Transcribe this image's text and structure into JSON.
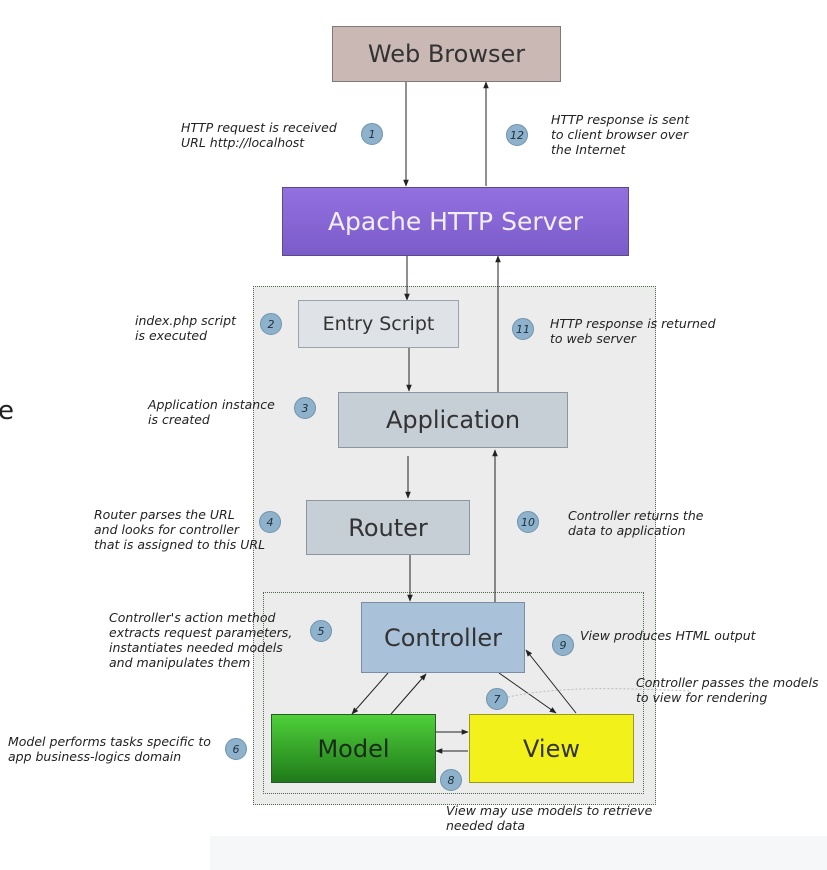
{
  "boxes": {
    "web_browser": "Web Browser",
    "apache": "Apache HTTP Server",
    "entry_script": "Entry Script",
    "application": "Application",
    "router": "Router",
    "controller": "Controller",
    "model": "Model",
    "view": "View"
  },
  "side_text": "e",
  "steps": [
    {
      "num": "1",
      "text": "HTTP request is received\nURL http://localhost"
    },
    {
      "num": "2",
      "text": "index.php script\nis executed"
    },
    {
      "num": "3",
      "text": "Application instance\nis created"
    },
    {
      "num": "4",
      "text": "Router parses the URL\nand looks for controller\nthat is assigned to this URL"
    },
    {
      "num": "5",
      "text": "Controller's action method\nextracts request parameters,\ninstantiates needed models\nand manipulates them"
    },
    {
      "num": "6",
      "text": "Model performs tasks specific to\napp business-logics domain"
    },
    {
      "num": "7",
      "text": "Controller passes the models\nto view for rendering"
    },
    {
      "num": "8",
      "text": "View may use models to retrieve\nneeded data"
    },
    {
      "num": "9",
      "text": "View produces HTML output"
    },
    {
      "num": "10",
      "text": "Controller returns the\ndata to application"
    },
    {
      "num": "11",
      "text": "HTTP response is returned\nto web server"
    },
    {
      "num": "12",
      "text": "HTTP response is sent\nto client browser over\nthe Internet"
    }
  ],
  "colors": {
    "web_browser": "#c9b8b4",
    "apache_top": "#9370e0",
    "apache_bottom": "#7b5cc9",
    "app_region": "#ececec",
    "gray_box": "#c6ced6",
    "controller": "#a9c1d9",
    "model_top": "#4fd03a",
    "model_bottom": "#1f7a1a",
    "view": "#f2f21a",
    "badge": "#8fb2cc"
  }
}
